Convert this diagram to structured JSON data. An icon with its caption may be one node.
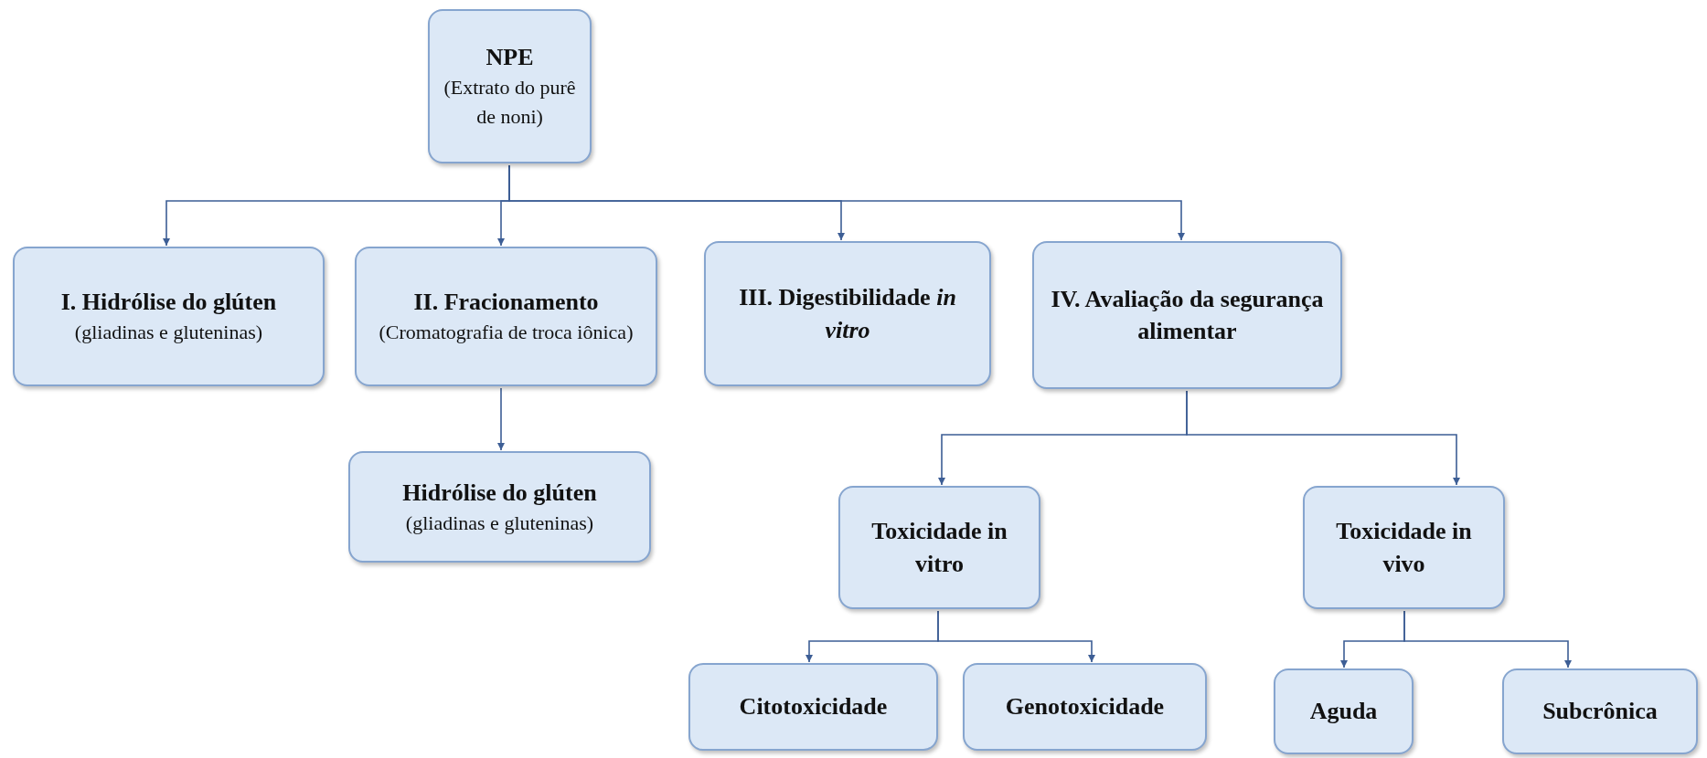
{
  "diagram": {
    "nodes": [
      {
        "text": [
          "NPE",
          "(Extrato do purê de noni)"
        ]
      },
      {
        "text": [
          "I. Hidrólise do glúten",
          "(gliadinas e gluteninas)"
        ]
      },
      {
        "text": [
          "II. Fracionamento",
          "(Cromatografia de troca iônica)"
        ]
      },
      {
        "text": [
          "III. Digestibilidade *in vitro*"
        ]
      },
      {
        "text": [
          "IV. Avaliação da segurança alimentar"
        ]
      },
      {
        "text": [
          "Hidrólise do glúten",
          "(gliadinas e gluteninas)"
        ]
      },
      {
        "text": [
          "Toxicidade in vitro"
        ]
      },
      {
        "text": [
          "Toxicidade in vivo"
        ]
      },
      {
        "text": [
          "Citotoxicidade"
        ]
      },
      {
        "text": [
          "Genotoxicidade"
        ]
      },
      {
        "text": [
          "Aguda"
        ]
      },
      {
        "text": [
          "Subcrônica"
        ]
      }
    ],
    "edges": [
      {
        "from": 0,
        "to": 1,
        "arrow": "to"
      },
      {
        "from": 0,
        "to": 2,
        "arrow": "to"
      },
      {
        "from": 0,
        "to": 3,
        "arrow": "to"
      },
      {
        "from": 0,
        "to": 4,
        "arrow": "to"
      },
      {
        "from": 2,
        "to": 5,
        "arrow": "to"
      },
      {
        "from": 4,
        "to": 6,
        "arrow": "to"
      },
      {
        "from": 4,
        "to": 7,
        "arrow": "to"
      },
      {
        "from": 6,
        "to": 8,
        "arrow": "to"
      },
      {
        "from": 6,
        "to": 9,
        "arrow": "to"
      },
      {
        "from": 7,
        "to": 10,
        "arrow": "to"
      },
      {
        "from": 7,
        "to": 11,
        "arrow": "to"
      }
    ]
  }
}
